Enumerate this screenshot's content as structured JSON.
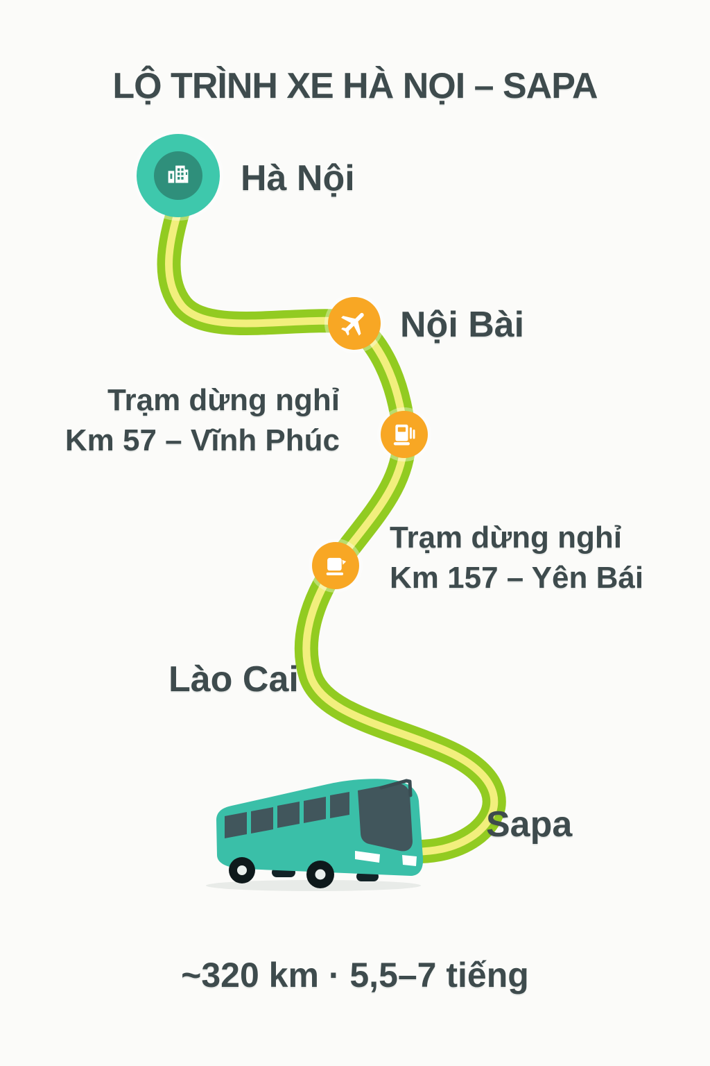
{
  "title": "LỘ TRÌNH XE HÀ NỌI – SAPA",
  "stops": [
    {
      "id": "ha-noi",
      "label": "Hà Nội",
      "icon": "city-buildings-icon"
    },
    {
      "id": "noi-bai",
      "label": "Nội Bài",
      "icon": "airplane-icon"
    },
    {
      "id": "tram-km57",
      "line1": "Trạm dừng nghỉ",
      "line2": "Km 57 – Vĩnh Phúc",
      "icon": "fuel-pump-icon"
    },
    {
      "id": "tram-km157",
      "line1": "Trạm dừng nghỉ",
      "line2": "Km 157 – Yên Bái",
      "icon": "coffee-cup-icon"
    },
    {
      "id": "lao-cai",
      "label": "Lào Cai"
    },
    {
      "id": "sapa",
      "label": "Sapa",
      "icon": "bus-illustration"
    }
  ],
  "footer": {
    "text": "~320 km · 5,5–7 tiếng"
  },
  "colors": {
    "bg": "#FBFBF9",
    "ink": "#3E4B4D",
    "route-green": "#92CB21",
    "route-stripe": "#F2EF7D",
    "teal": "#3EC8AC",
    "teal-dark": "#2F8F7B",
    "orange": "#F8A724",
    "bus-body": "#3ABFA8",
    "bus-dark": "#41565C"
  }
}
